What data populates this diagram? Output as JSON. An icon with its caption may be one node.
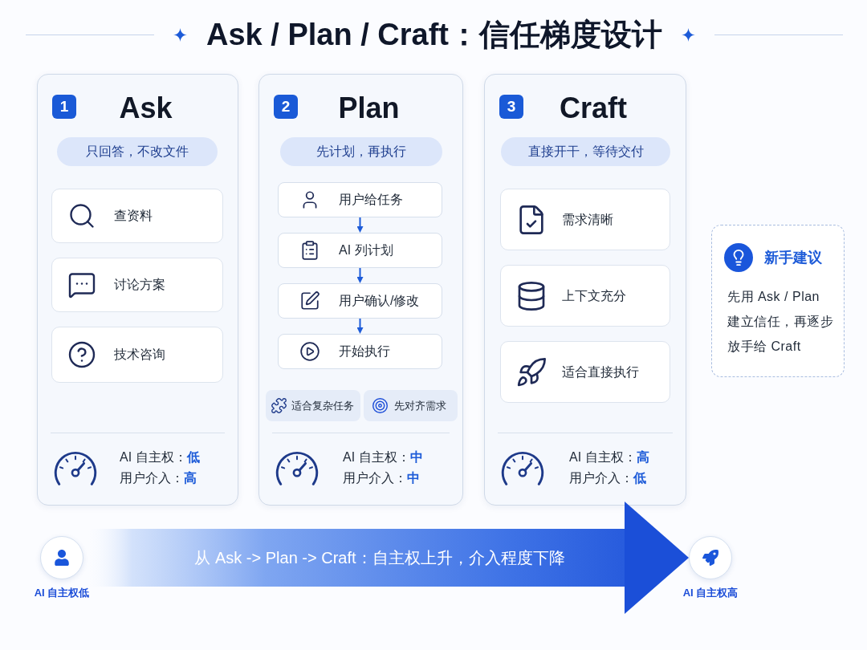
{
  "diagram": {
    "title": "Ask / Plan / Craft：信任梯度设计",
    "nodes": [
      {
        "text": [
          "Ask",
          "AI 自主权：**低**",
          "用户介入：**高**"
        ]
      },
      {
        "text": [
          "1"
        ],
        "in": 0
      },
      {
        "text": [
          "只回答，不改文件"
        ],
        "in": 0
      },
      {
        "text": [
          "查资料"
        ],
        "in": 0
      },
      {
        "text": [
          "讨论方案"
        ],
        "in": 0
      },
      {
        "text": [
          "技术咨询"
        ],
        "in": 0
      },
      {
        "text": [
          "Plan",
          "AI 自主权：**中**",
          "用户介入：**中**"
        ]
      },
      {
        "text": [
          "2"
        ],
        "in": 6
      },
      {
        "text": [
          "先计划，再执行"
        ],
        "in": 6
      },
      {
        "text": [
          "用户给任务"
        ],
        "in": 6
      },
      {
        "text": [
          "AI 列计划"
        ],
        "in": 6
      },
      {
        "text": [
          "用户确认/修改"
        ],
        "in": 6
      },
      {
        "text": [
          "开始执行"
        ],
        "in": 6
      },
      {
        "text": [
          "适合复杂任务"
        ],
        "in": 6
      },
      {
        "text": [
          "先对齐需求"
        ],
        "in": 6
      },
      {
        "text": [
          "Craft",
          "AI 自主权：**高**",
          "用户介入：**低**"
        ]
      },
      {
        "text": [
          "3"
        ],
        "in": 15
      },
      {
        "text": [
          "直接开干，等待交付"
        ],
        "in": 15
      },
      {
        "text": [
          "需求清晰"
        ],
        "in": 15
      },
      {
        "text": [
          "上下文充分"
        ],
        "in": 15
      },
      {
        "text": [
          "适合直接执行"
        ],
        "in": 15
      },
      {
        "text": [
          "新手建议",
          "先用 Ask / Plan 建立信任，再逐步放手给 Craft"
        ]
      },
      {
        "text": [],
        "shape": "circle",
        "beside": [
          "AI 自主权低"
        ]
      },
      {
        "text": [],
        "shape": "circle",
        "beside": [
          "AI 自主权高"
        ]
      }
    ],
    "edges": [
      {
        "from": 9,
        "to": 10,
        "arrow": "to"
      },
      {
        "from": 10,
        "to": 11,
        "arrow": "to"
      },
      {
        "from": 11,
        "to": 12,
        "arrow": "to"
      },
      {
        "from": 22,
        "to": 23,
        "arrow": "to",
        "label": "从 Ask -> Plan -> Craft：自主权上升，介入程度下降",
        "style": "thick"
      }
    ]
  }
}
